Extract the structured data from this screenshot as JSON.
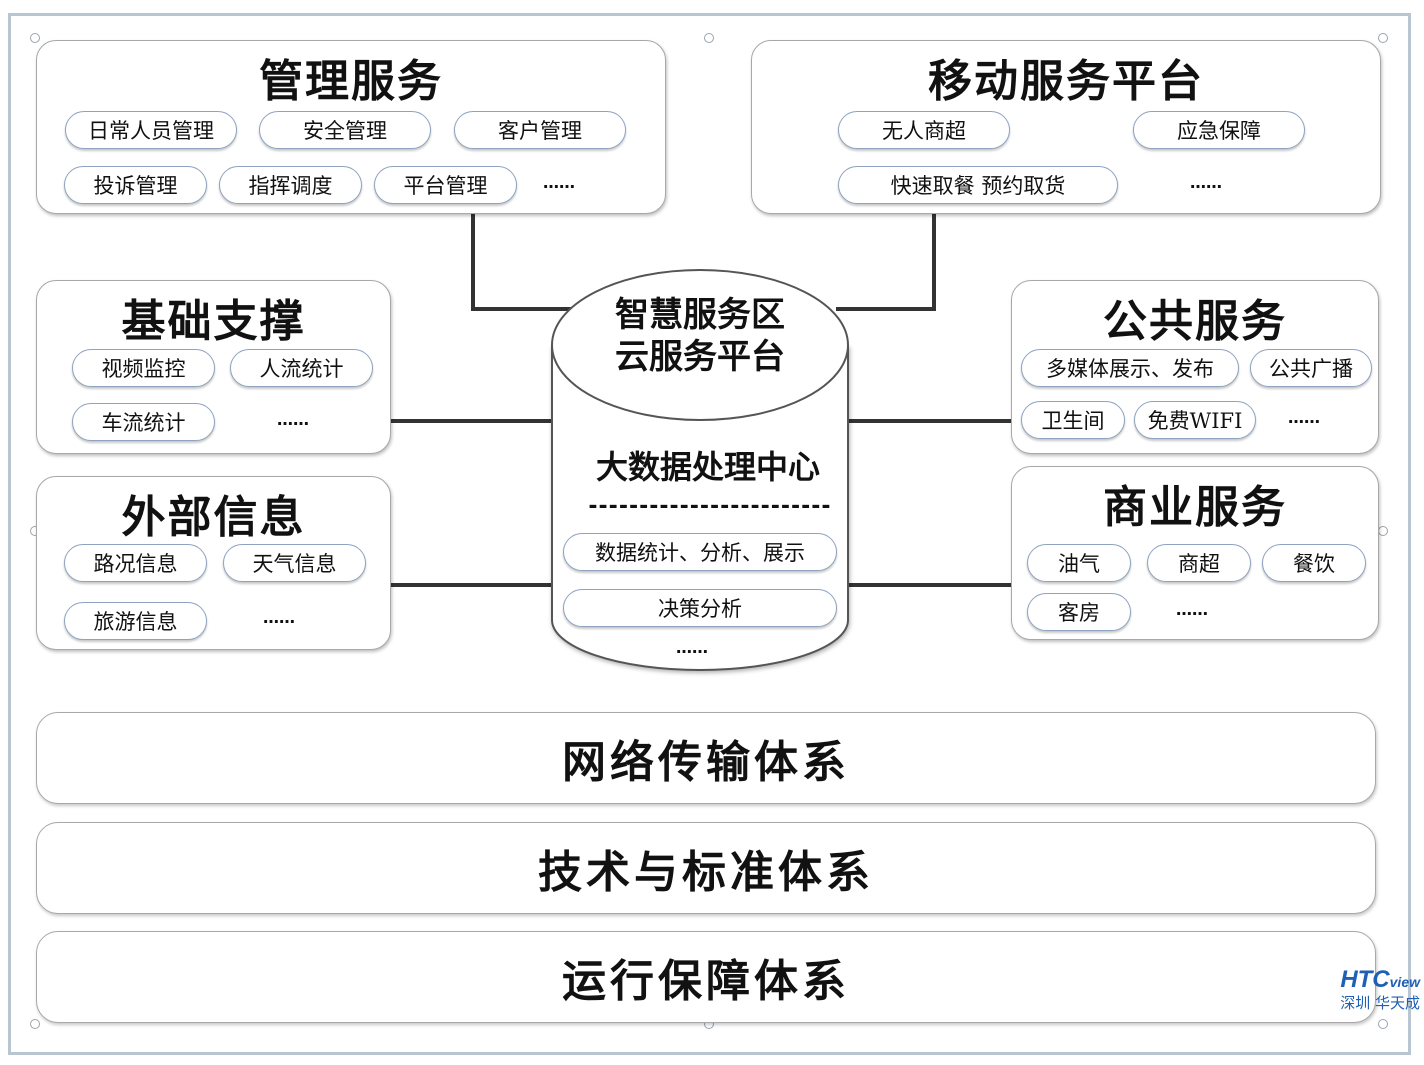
{
  "panels": {
    "management": {
      "title": "管理服务",
      "items": [
        "日常人员管理",
        "安全管理",
        "客户管理",
        "投诉管理",
        "指挥调度",
        "平台管理"
      ],
      "more": "……"
    },
    "mobile": {
      "title": "移动服务平台",
      "items": [
        "无人商超",
        "应急保障",
        "快速取餐 预约取货"
      ],
      "more": "……"
    },
    "infrastructure": {
      "title": "基础支撑",
      "items": [
        "视频监控",
        "人流统计",
        "车流统计"
      ],
      "more": "……"
    },
    "external": {
      "title": "外部信息",
      "items": [
        "路况信息",
        "天气信息",
        "旅游信息"
      ],
      "more": "……"
    },
    "public": {
      "title": "公共服务",
      "items": [
        "多媒体展示、发布",
        "公共广播",
        "卫生间",
        "免费WIFI"
      ],
      "more": "……"
    },
    "commercial": {
      "title": "商业服务",
      "items": [
        "油气",
        "商超",
        "餐饮",
        "客房"
      ],
      "more": "……"
    }
  },
  "center": {
    "title_line1": "智慧服务区",
    "title_line2": "云服务平台",
    "subtitle": "大数据处理中心",
    "divider": "------------------------",
    "items": [
      "数据统计、分析、展示",
      "决策分析"
    ],
    "more": "……"
  },
  "systems": [
    "网络传输体系",
    "技术与标准体系",
    "运行保障体系"
  ],
  "logo": {
    "brand": "HTC",
    "brand_suffix": "view",
    "sub": "深圳 华天成",
    "color": "#1f5fb4"
  },
  "colors": {
    "pill_border": "#8fa3c0",
    "frame_border": "#b8c6d2",
    "connector": "#333333"
  }
}
